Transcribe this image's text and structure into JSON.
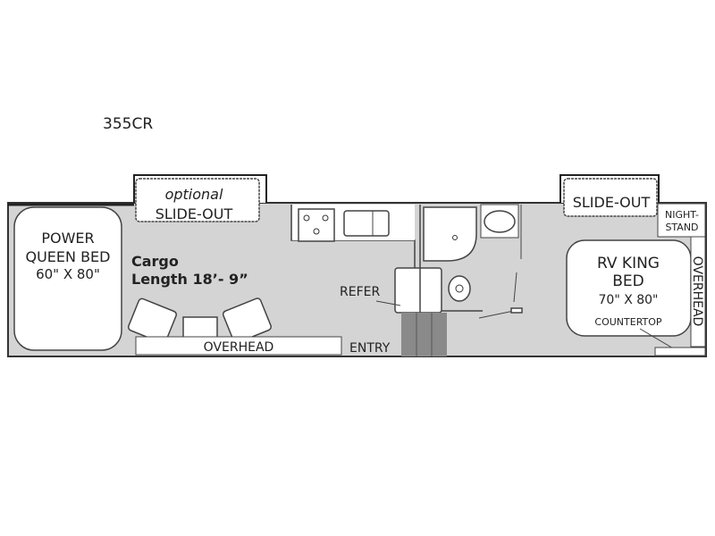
{
  "title": "355CR",
  "colors": {
    "floor": "#d4d4d4",
    "stairs": "#8a8a8a",
    "line": "#333333"
  },
  "left_slideout": {
    "line1": "optional",
    "line2": "SLIDE-OUT"
  },
  "queen_bed": {
    "line1": "POWER",
    "line2": "QUEEN BED",
    "size": "60\" X 80\""
  },
  "cargo": {
    "line1": "Cargo",
    "line2": "Length 18’- 9”"
  },
  "refer_label": "REFER",
  "overhead_left": "OVERHEAD",
  "entry_label": "ENTRY",
  "right_slideout": "SLIDE-OUT",
  "nightstand": {
    "line1": "NIGHT-",
    "line2": "STAND"
  },
  "king_bed": {
    "line1": "RV KING",
    "line2": "BED",
    "size": "70\" X 80\""
  },
  "countertop_label": "COUNTERTOP",
  "overhead_right": "OVERHEAD"
}
